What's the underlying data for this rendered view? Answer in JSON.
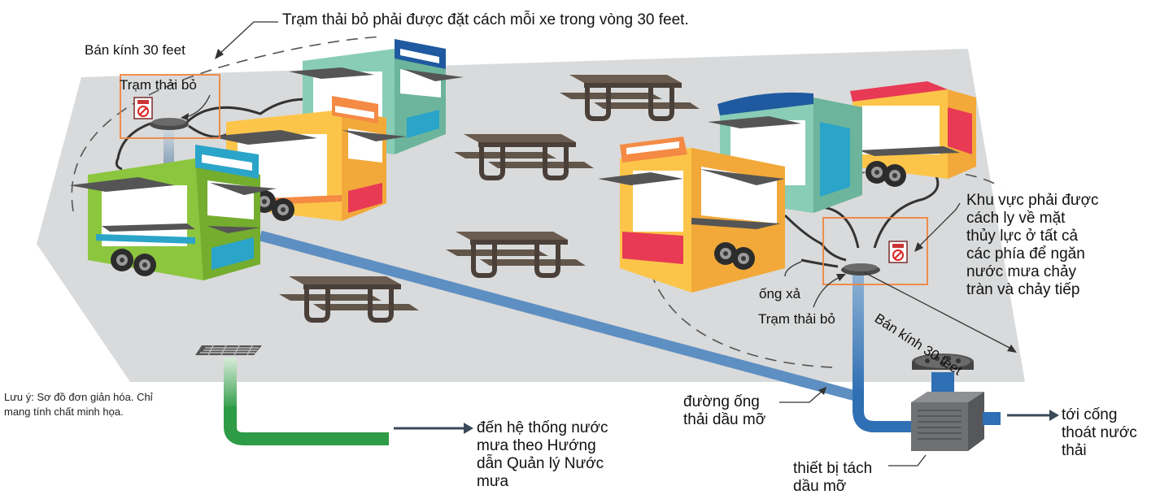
{
  "labels": {
    "top_note": "Trạm thải bỏ phải được đặt cách mỗi xe trong vòng 30 feet.",
    "radius_left": "Bán kính 30 feet",
    "station_left": "Trạm thải bỏ",
    "isolation_note": [
      "Khu vực phải được",
      "cách ly về mặt",
      "thủy lực ở tất cả",
      "các phía để ngăn",
      "nước mưa chảy",
      "tràn và chảy tiếp"
    ],
    "drain_hose": "ống xả",
    "station_right": "Trạm thải bỏ",
    "radius_right": "Bán kính 30 feet",
    "disclaimer": [
      "Lưu ý: Sơ đồ đơn giản hóa. Chỉ",
      "mang tính chất minh họa."
    ],
    "stormwater": [
      "đến hệ thống nước",
      "mưa theo Hướng",
      "dẫn Quản lý Nước",
      "mưa"
    ],
    "grease_line": [
      "đường ống",
      "thải dầu mỡ"
    ],
    "interceptor": [
      "thiết bị tách",
      "dầu mỡ"
    ],
    "sewer": [
      "tới cống",
      "thoát nước",
      "thải"
    ]
  },
  "colors": {
    "ground": "#d9dadb",
    "station_box": "#f0843c",
    "grease_pipe": "#2f6fb3",
    "storm_pipe": "#2e9b46",
    "truck_green": "#8cc63f",
    "truck_yellow": "#fcc54a",
    "truck_teal": "#89cdb6",
    "truck_orange_roof": "#f48a44",
    "truck_blue_roof": "#1f5aa0",
    "truck_red": "#e83a55",
    "table": "#5d5046"
  },
  "icons": [
    "no-drain-icon",
    "arrow-right-icon"
  ]
}
